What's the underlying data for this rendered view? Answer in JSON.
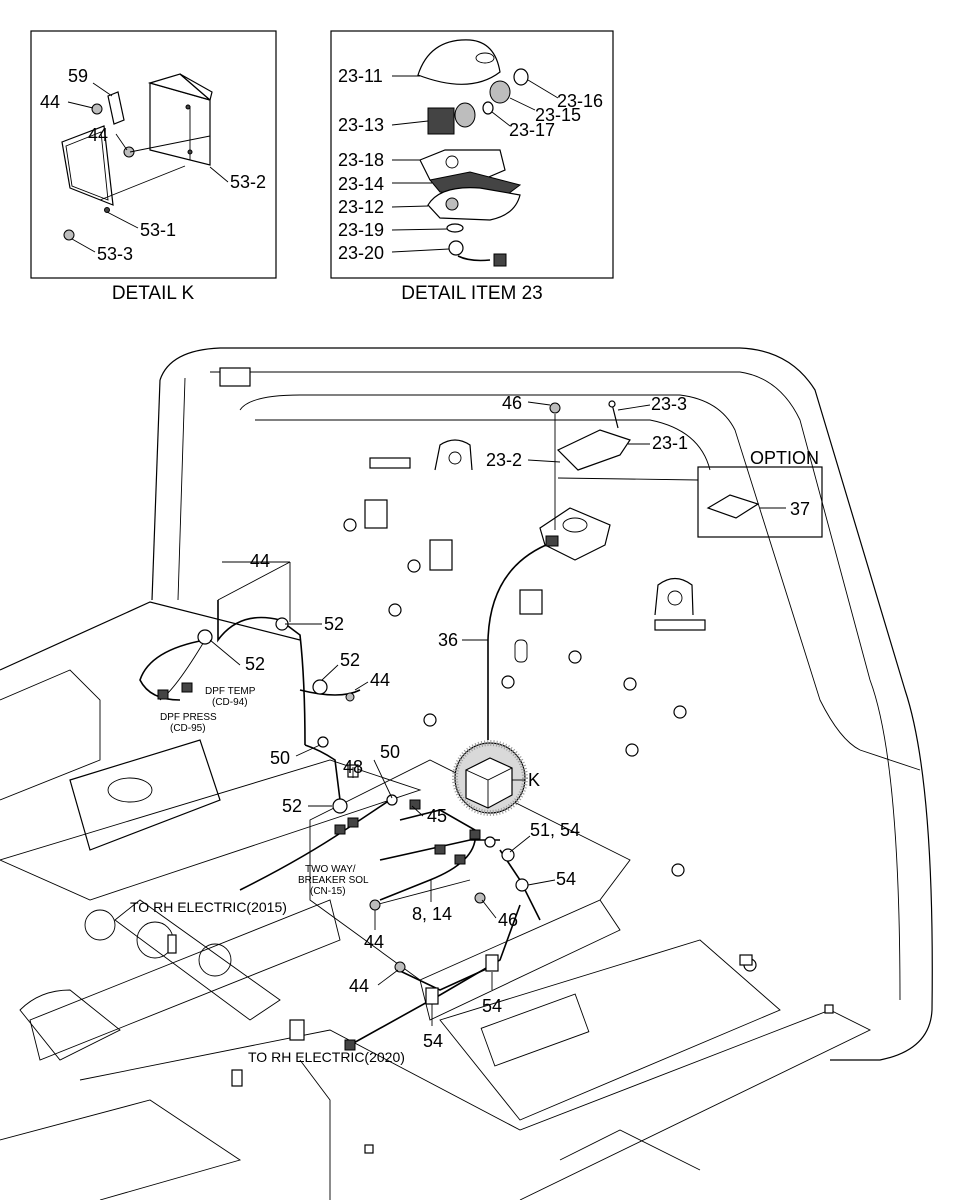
{
  "captions": {
    "detail_k": "DETAIL K",
    "detail_item_23": "DETAIL ITEM 23",
    "option": "OPTION"
  },
  "detail_k_labels": {
    "l59": "59",
    "l44a": "44",
    "l44b": "44",
    "l53_2": "53-2",
    "l53_1": "53-1",
    "l53_3": "53-3"
  },
  "detail_23_labels": {
    "l23_11": "23-11",
    "l23_16": "23-16",
    "l23_15": "23-15",
    "l23_13": "23-13",
    "l23_17": "23-17",
    "l23_18": "23-18",
    "l23_14": "23-14",
    "l23_12": "23-12",
    "l23_19": "23-19",
    "l23_20": "23-20"
  },
  "main_labels": {
    "l46_top": "46",
    "l23_3": "23-3",
    "l23_1": "23-1",
    "l23_2": "23-2",
    "l37": "37",
    "l36": "36",
    "l44_a": "44",
    "l52_a": "52",
    "l52_b": "52",
    "l52_c": "52",
    "l44_b": "44",
    "l50_a": "50",
    "l50_b": "50",
    "l48": "48",
    "l52_d": "52",
    "l45": "45",
    "lK": "K",
    "l51_54": "51, 54",
    "l54_a": "54",
    "l8_14": "8, 14",
    "l46_b": "46",
    "l44_c": "44",
    "l44_d": "44",
    "l54_b": "54",
    "l54_c": "54"
  },
  "connector_labels": {
    "dpf_temp": "DPF TEMP",
    "dpf_temp_code": "(CD-94)",
    "dpf_press": "DPF PRESS",
    "dpf_press_code": "(CD-95)",
    "two_way_1": "TWO WAY/",
    "two_way_2": "BREAKER SOL",
    "two_way_code": "(CN-15)",
    "to_rh_2015": "TO RH ELECTRIC(2015)",
    "to_rh_2020": "TO RH ELECTRIC(2020)"
  }
}
